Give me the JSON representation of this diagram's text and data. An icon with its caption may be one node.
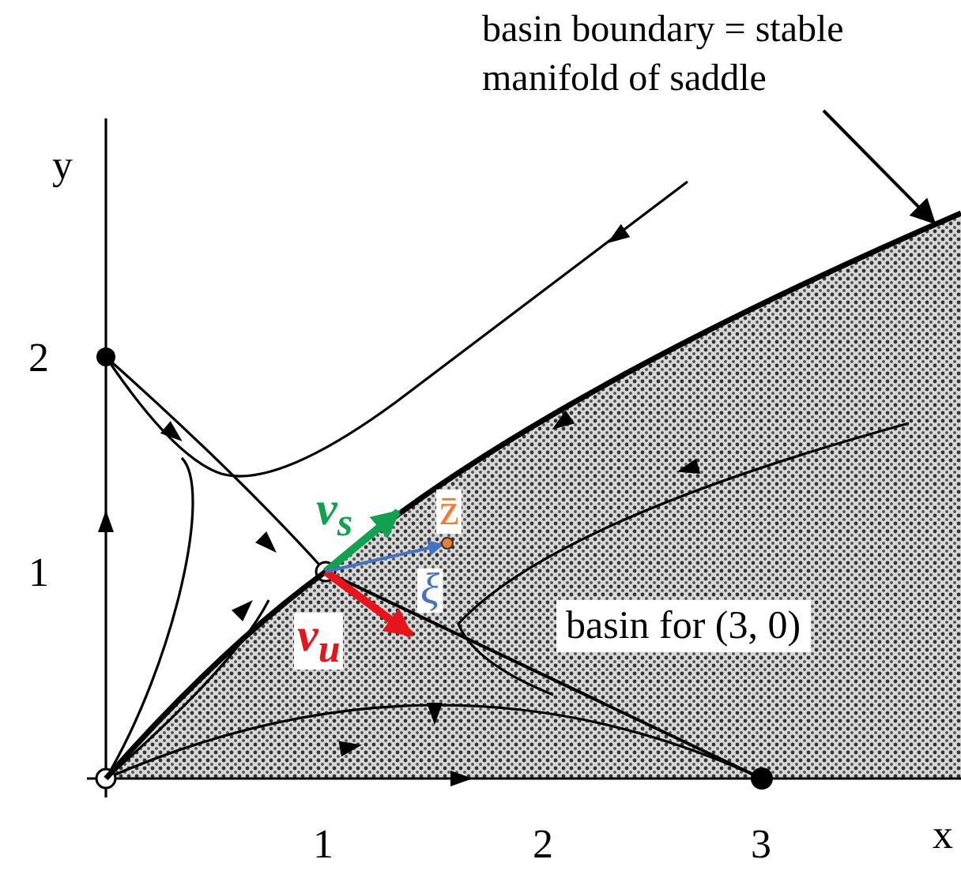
{
  "diagram": {
    "nodes": [
      {
        "text": [
          "basin boundary = stable manifold of saddle"
        ]
      },
      {
        "text": [
          "basin for (3, 0)"
        ]
      }
    ],
    "edges": [
      {
        "from": 0,
        "to": 1,
        "arrow": "to"
      }
    ],
    "labels": [
      "y",
      "2",
      "v$_{s}$",
      "z̄",
      "1",
      "ξ",
      "v$_{u}$",
      "1",
      "2",
      "3",
      "x"
    ]
  }
}
